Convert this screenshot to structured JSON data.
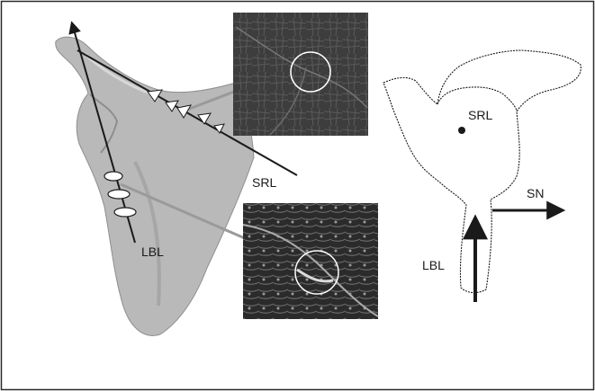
{
  "figure": {
    "labels": {
      "srl_main": "SRL",
      "lbl_main": "LBL",
      "srl_outline": "SRL",
      "sn": "SN",
      "lbl_outline": "LBL"
    },
    "colors": {
      "border": "#2a2a2a",
      "scapula_fill": "#b9b9b9",
      "scapula_shadow": "#8e8e8e",
      "line": "#1a1a1a",
      "connector": "#9a9a9a",
      "circle": "#ffffff",
      "micrograph_top": "#3a3a3a",
      "micrograph_bottom": "#2a2a2a"
    },
    "icons": {
      "srl_markers": "white-triangle-markers",
      "lbl_markers": "white-ellipse-markers",
      "arrows": "arrowhead"
    }
  }
}
